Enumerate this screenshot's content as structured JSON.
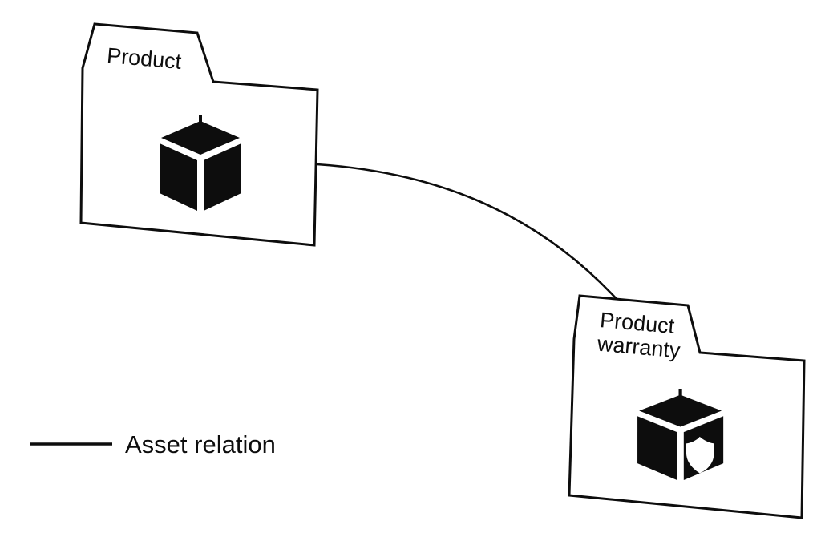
{
  "diagram": {
    "type": "asset-relation-diagram",
    "background": "#ffffff",
    "ink_color": "#0d0d0d",
    "nodes": [
      {
        "id": "product",
        "label": "Product",
        "icon": "cube-icon",
        "shape": "folder"
      },
      {
        "id": "product-warranty",
        "label": "Product warranty",
        "label_line1": "Product",
        "label_line2": "warranty",
        "icon": "cube-shield-icon",
        "shape": "folder"
      }
    ],
    "edges": [
      {
        "from": "product",
        "to": "product-warranty",
        "type": "Asset relation",
        "style": "curved-solid-line"
      }
    ],
    "legend": {
      "label": "Asset relation",
      "symbol": "solid-line"
    }
  }
}
